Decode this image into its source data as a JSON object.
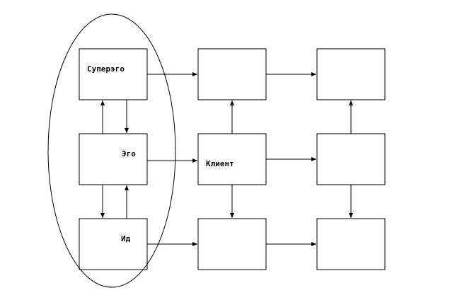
{
  "diagram": {
    "nodes": {
      "superego": {
        "label": "Суперэго"
      },
      "ego": {
        "label": "Эго"
      },
      "id": {
        "label": "Ид"
      },
      "client": {
        "label": "Клиент"
      },
      "top_mid": {
        "label": ""
      },
      "top_right": {
        "label": ""
      },
      "mid_right": {
        "label": ""
      },
      "bottom_mid": {
        "label": ""
      },
      "bottom_right": {
        "label": ""
      }
    },
    "edges": [
      {
        "from": "superego",
        "to": "top_mid"
      },
      {
        "from": "top_mid",
        "to": "top_right"
      },
      {
        "from": "superego",
        "to": "ego"
      },
      {
        "from": "ego",
        "to": "superego"
      },
      {
        "from": "ego",
        "to": "client"
      },
      {
        "from": "client",
        "to": "mid_right"
      },
      {
        "from": "client",
        "to": "top_mid"
      },
      {
        "from": "client",
        "to": "bottom_mid"
      },
      {
        "from": "mid_right",
        "to": "top_right"
      },
      {
        "from": "mid_right",
        "to": "bottom_right"
      },
      {
        "from": "ego",
        "to": "id"
      },
      {
        "from": "id",
        "to": "ego"
      },
      {
        "from": "id",
        "to": "bottom_mid"
      },
      {
        "from": "bottom_mid",
        "to": "bottom_right"
      }
    ],
    "group": {
      "name": "personality-ellipse",
      "members": [
        "superego",
        "ego",
        "id"
      ]
    }
  },
  "colors": {
    "stroke": "#000000",
    "background": "#ffffff"
  }
}
